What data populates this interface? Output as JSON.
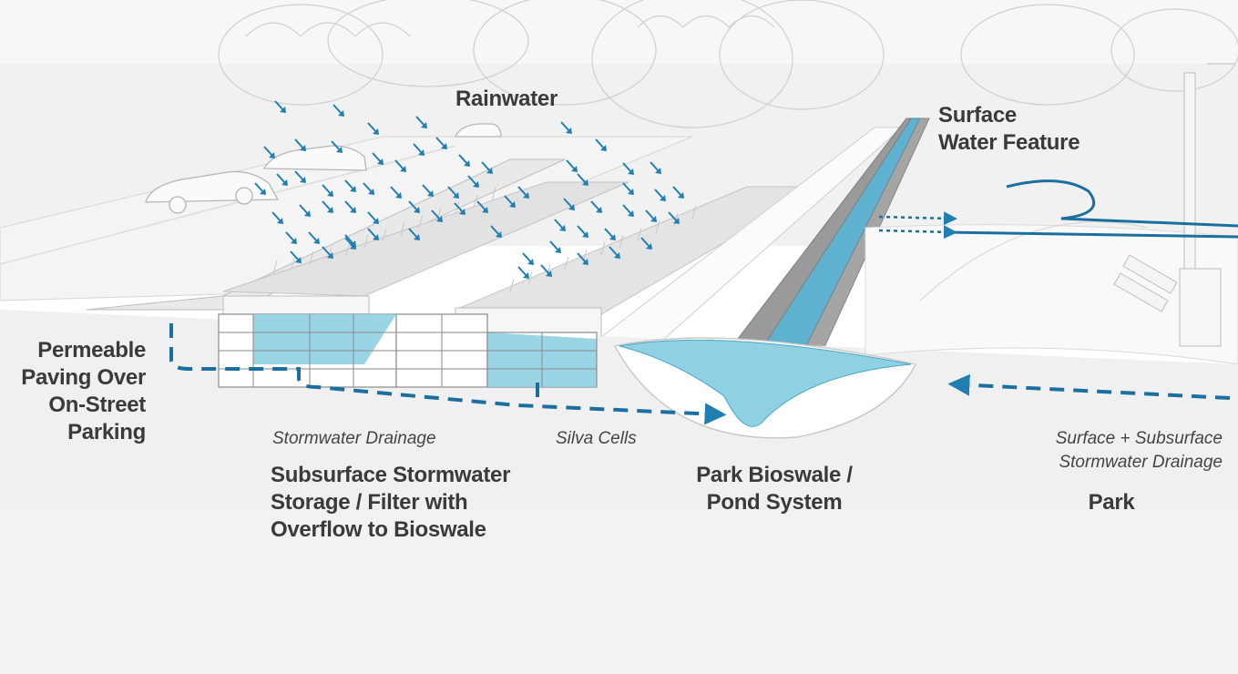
{
  "labels": {
    "rainwater": "Rainwater",
    "surface_water_feature": [
      "Surface",
      "Water Feature"
    ],
    "permeable_paving": [
      "Permeable",
      "Paving Over",
      "On-Street",
      "Parking"
    ],
    "stormwater_drainage": "Stormwater Drainage",
    "subsurface_storage": [
      "Subsurface Stormwater",
      "Storage / Filter with",
      "Overflow to Bioswale"
    ],
    "silva_cells": "Silva Cells",
    "park_bioswale": [
      "Park Bioswale /",
      "Pond System"
    ],
    "surface_subsurface_drainage": [
      "Surface + Subsurface",
      "Stormwater Drainage"
    ],
    "park": "Park"
  },
  "colors": {
    "water": "#8fd0e2",
    "water_dark": "#4aa8c8",
    "arrow": "#1f7fb0",
    "flow_line": "#1b6fa0",
    "text": "#3a3a3a",
    "sketch": "#c8c8c8"
  }
}
